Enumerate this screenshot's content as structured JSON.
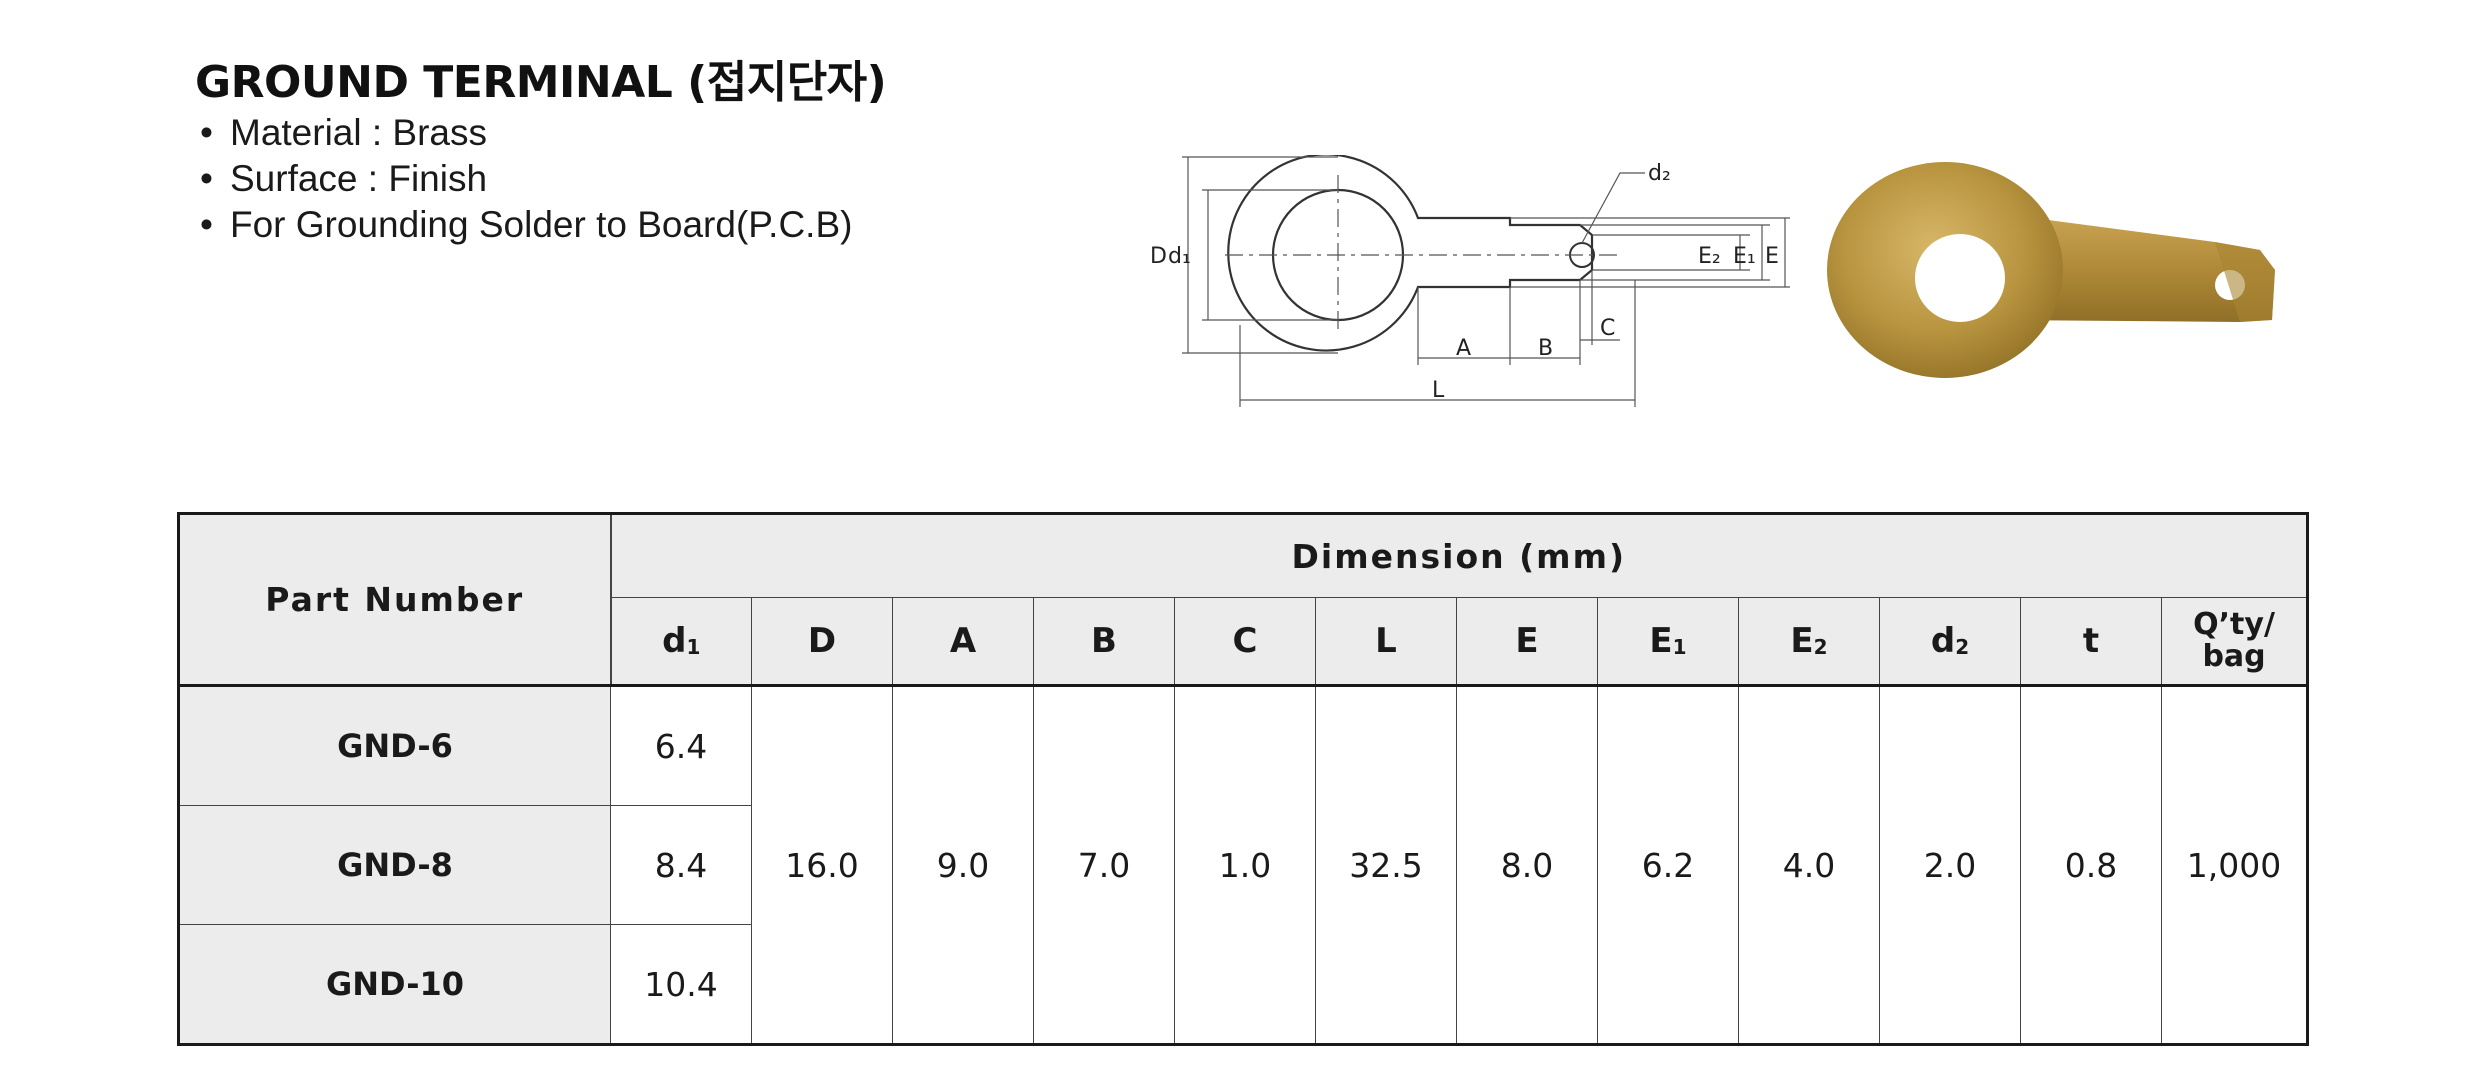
{
  "title": "GROUND TERMINAL (접지단자)",
  "bullets": [
    "Material : Brass",
    "Surface : Finish",
    "For Grounding Solder to Board(P.C.B)"
  ],
  "diagram_labels": {
    "d2": "d₂",
    "D": "D",
    "d1": "d₁",
    "E2": "E₂",
    "E1": "E₁",
    "E": "E",
    "A": "A",
    "B": "B",
    "C": "C",
    "L": "L"
  },
  "colors": {
    "header_bg": "#ececec",
    "brass": "#b8943f",
    "line": "#333333"
  },
  "table": {
    "part_number_header": "Part Number",
    "dimension_header": "Dimension (mm)",
    "columns": [
      {
        "base": "d",
        "sub": "1"
      },
      {
        "base": "D",
        "sub": ""
      },
      {
        "base": "A",
        "sub": ""
      },
      {
        "base": "B",
        "sub": ""
      },
      {
        "base": "C",
        "sub": ""
      },
      {
        "base": "L",
        "sub": ""
      },
      {
        "base": "E",
        "sub": ""
      },
      {
        "base": "E",
        "sub": "1"
      },
      {
        "base": "E",
        "sub": "2"
      },
      {
        "base": "d",
        "sub": "2"
      },
      {
        "base": "t",
        "sub": ""
      }
    ],
    "qty_header_line1": "Q’ty/",
    "qty_header_line2": "bag",
    "parts": [
      {
        "part": "GND-6",
        "d1": "6.4"
      },
      {
        "part": "GND-8",
        "d1": "8.4"
      },
      {
        "part": "GND-10",
        "d1": "10.4"
      }
    ],
    "shared": {
      "D": "16.0",
      "A": "9.0",
      "B": "7.0",
      "C": "1.0",
      "L": "32.5",
      "E": "8.0",
      "E1": "6.2",
      "E2": "4.0",
      "d2": "2.0",
      "t": "0.8",
      "qty": "1,000"
    }
  }
}
